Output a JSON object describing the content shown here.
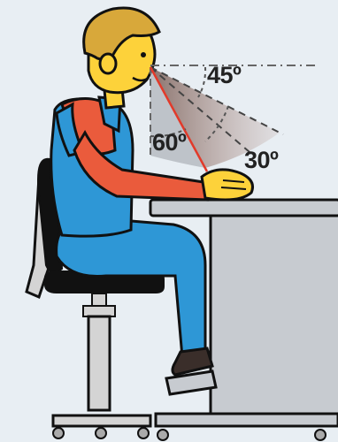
{
  "illustration": {
    "description_free": true,
    "labels": {
      "angle_45": "45º",
      "angle_60": "60º",
      "angle_30": "30º"
    },
    "colors": {
      "background": "#e8eef3",
      "skin": "#fdd23a",
      "hair": "#d8a83a",
      "shirt": "#ea5b3c",
      "overalls": "#2e97d6",
      "desk": "#c7cbd0",
      "chair": "#111111",
      "chair_frame": "#d4d4d4",
      "sight_line": "#e23a2a",
      "cone": "#8f6a5e"
    }
  }
}
